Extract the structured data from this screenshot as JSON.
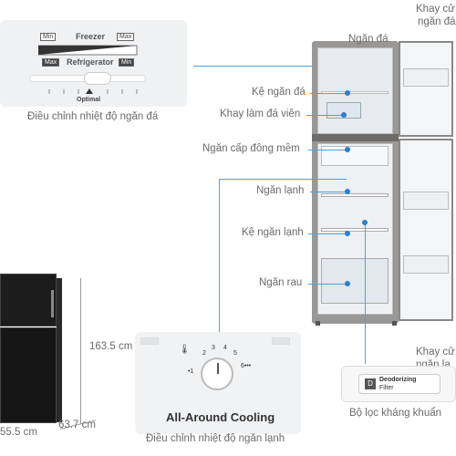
{
  "control_panel": {
    "freezer": "Freezer",
    "refrigerator": "Refrigerator",
    "min_top": "Min",
    "max_top": "Max",
    "max_bottom": "Max",
    "min_bottom": "Min",
    "optimal": "Optimal",
    "caption": "Điều chỉnh nhiệt độ ngăn đá"
  },
  "labels": {
    "ngan_da": "Ngăn đá",
    "ke_ngan_da": "Kệ ngăn đá",
    "khay_lam_da": "Khay làm đá viên",
    "ngan_cap_dong": "Ngăn cấp đông mềm",
    "ngan_lanh": "Ngăn lạnh",
    "ke_ngan_lanh": "Kệ ngăn lạnh",
    "ngan_rau": "Ngăn rau",
    "khay_top_1": "Khay cử",
    "khay_top_2": "ngăn đá",
    "khay_bottom_1": "Khay cử",
    "khay_bottom_2": "ngăn lạ"
  },
  "dimensions": {
    "height": "163.5 cm",
    "depth": "63.7 cm",
    "width": "55.5 cm"
  },
  "dial": {
    "nums": [
      "2",
      "3",
      "4",
      "5"
    ],
    "left": "•1",
    "right": "6•••",
    "brand": "All-Around Cooling",
    "caption": "Điều chỉnh nhiệt độ ngăn lạnh"
  },
  "filter": {
    "text1": "Deodorizing",
    "text2": "Filter",
    "caption": "Bộ lọc kháng khuẩn"
  },
  "colors": {
    "accent_line": "#4aa3e0",
    "dot": "#2b7fd0"
  }
}
